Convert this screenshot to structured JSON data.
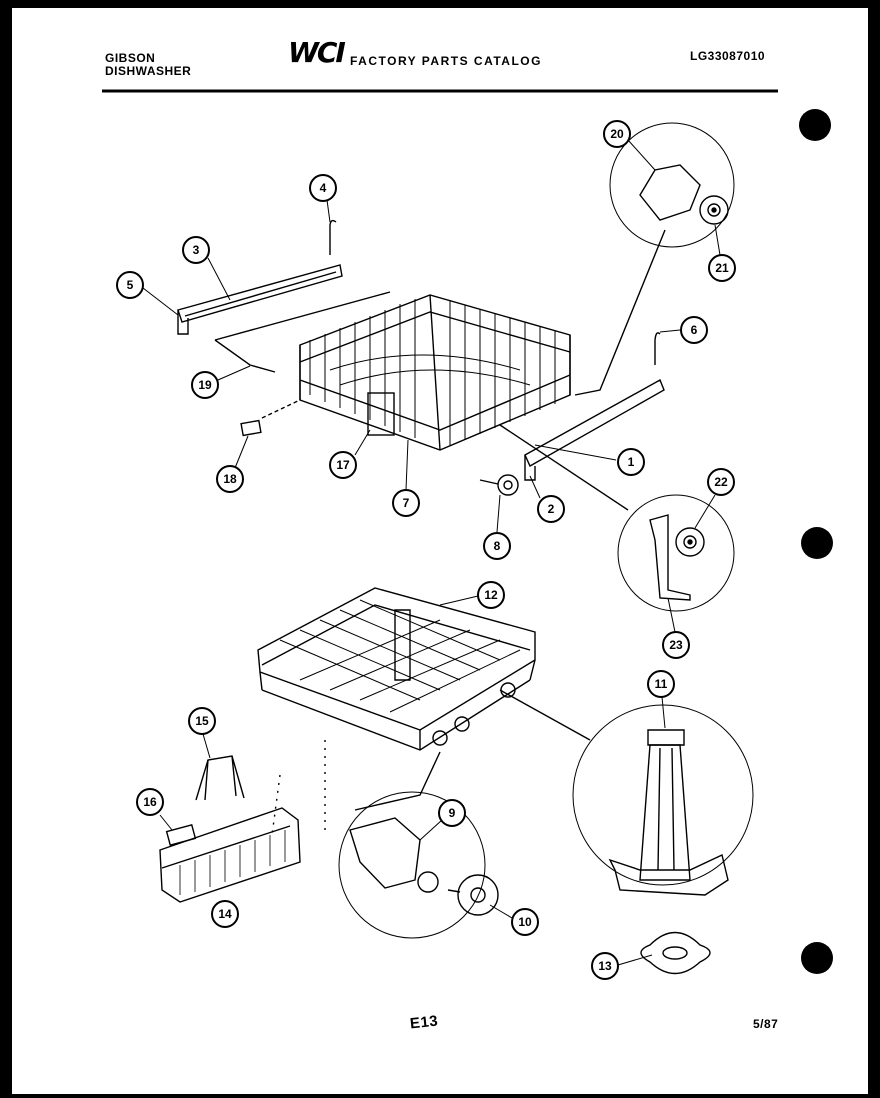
{
  "header": {
    "brand_line1": "GIBSON",
    "brand_line2": "DISHWASHER",
    "logo_text": "WCI",
    "catalog_title": "FACTORY PARTS CATALOG",
    "catalog_number": "LG33087010"
  },
  "footer": {
    "page_code": "E13",
    "date_code": "5/87"
  },
  "callouts": [
    "1",
    "2",
    "3",
    "4",
    "5",
    "6",
    "7",
    "8",
    "9",
    "10",
    "11",
    "12",
    "13",
    "14",
    "15",
    "16",
    "17",
    "18",
    "19",
    "20",
    "21",
    "22",
    "23"
  ]
}
